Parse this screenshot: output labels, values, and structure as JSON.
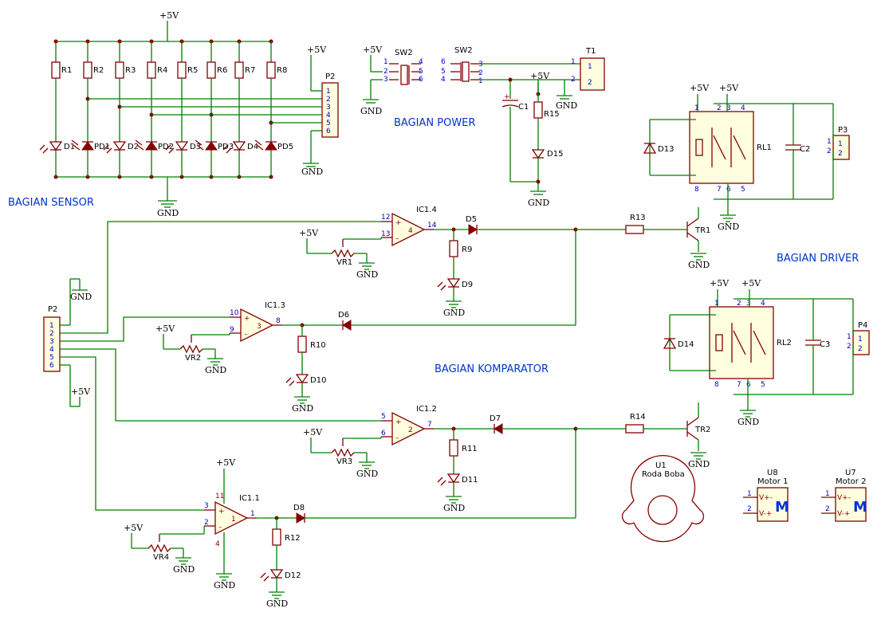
{
  "sections": {
    "sensor": "BAGIAN SENSOR",
    "power": "BAGIAN POWER",
    "driver": "BAGIAN DRIVER",
    "comparator": "BAGIAN KOMPARATOR"
  },
  "nets": {
    "vcc": "+5V",
    "gnd": "GND"
  },
  "sensor": {
    "resistors": [
      "R1",
      "R2",
      "R3",
      "R4",
      "R5",
      "R6",
      "R7",
      "R8"
    ],
    "leds": [
      "D1",
      "D2",
      "D3",
      "D4"
    ],
    "photodiodes": [
      "PD1",
      "PD2",
      "PD3",
      "PD5"
    ]
  },
  "connectors": {
    "p2_top": "P2",
    "p2_left": "P2",
    "p3": "P3",
    "p4": "P4",
    "t1": "T1",
    "pins6": [
      "1",
      "2",
      "3",
      "4",
      "5",
      "6"
    ],
    "pins2": [
      "1",
      "2"
    ]
  },
  "power": {
    "switch_left": "SW2",
    "switch_right": "SW2",
    "c1": "C1",
    "r15": "R15",
    "d15": "D15"
  },
  "comparators": [
    {
      "ref": "IC1.4",
      "unit": "4",
      "in_p": "12",
      "in_m": "13",
      "out": "14",
      "vr": "VR1",
      "r": "R9",
      "led": "D9",
      "diode": "D5"
    },
    {
      "ref": "IC1.3",
      "unit": "3",
      "in_p": "10",
      "in_m": "9",
      "out": "8",
      "vr": "VR2",
      "r": "R10",
      "led": "D10",
      "diode": "D6"
    },
    {
      "ref": "IC1.2",
      "unit": "2",
      "in_p": "5",
      "in_m": "6",
      "out": "7",
      "vr": "VR3",
      "r": "R11",
      "led": "D11",
      "diode": "D7"
    },
    {
      "ref": "IC1.1",
      "unit": "1",
      "in_p": "3",
      "in_m": "2",
      "out": "1",
      "vr": "VR4",
      "r": "R12",
      "led": "D12",
      "diode": "D8",
      "vpin": "11",
      "gpin": "4"
    }
  ],
  "driver": {
    "r13": "R13",
    "tr1": "TR1",
    "r14": "R14",
    "tr2": "TR2",
    "rl1": "RL1",
    "rl2": "RL2",
    "d13": "D13",
    "d14": "D14",
    "c2": "C2",
    "c3": "C3",
    "relay_pins": [
      "1",
      "2",
      "3",
      "4",
      "8",
      "7",
      "6",
      "5"
    ]
  },
  "parts": {
    "u1_ref": "U1",
    "u1_name": "Roda Boba",
    "u8_ref": "U8",
    "u8_name": "Motor 1",
    "u7_ref": "U7",
    "u7_name": "Motor 2",
    "motor_m": "M",
    "motor_vp": "V+-",
    "motor_vm": "V-+"
  },
  "colors": {
    "wire": "#008000",
    "component": "#840000",
    "pin_number": "#0000c0",
    "section_label": "#0033cc"
  }
}
